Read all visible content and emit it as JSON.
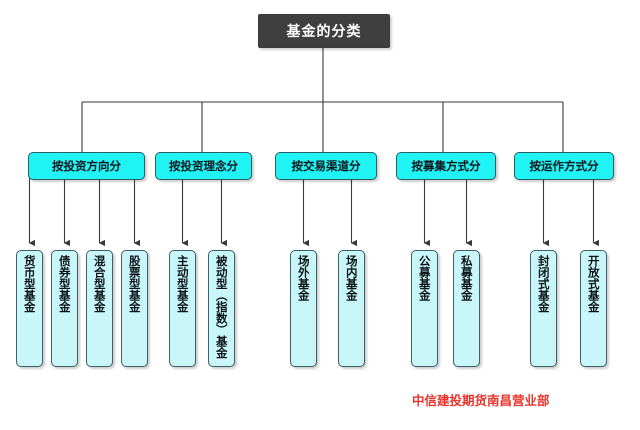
{
  "diagram": {
    "title": "基金的分类",
    "root": {
      "label": "基金的分类"
    },
    "categories": [
      {
        "label": "按投资方向分"
      },
      {
        "label": "按投资理念分"
      },
      {
        "label": "按交易渠道分"
      },
      {
        "label": "按募集方式分"
      },
      {
        "label": "按运作方式分"
      }
    ],
    "leaves": [
      {
        "label": "货币型基金",
        "group": 0
      },
      {
        "label": "债券型基金",
        "group": 0
      },
      {
        "label": "混合型基金",
        "group": 0
      },
      {
        "label": "股票型基金",
        "group": 0
      },
      {
        "label": "主动型基金",
        "group": 1
      },
      {
        "label": "被动型（指数）基金",
        "group": 1
      },
      {
        "label": "场外基金",
        "group": 2
      },
      {
        "label": "场内基金",
        "group": 2
      },
      {
        "label": "公募基金",
        "group": 3
      },
      {
        "label": "私募基金",
        "group": 3
      },
      {
        "label": "封闭式基金",
        "group": 4
      },
      {
        "label": "开放式基金",
        "group": 4
      }
    ],
    "watermark": "中信建投期货南昌营业部",
    "colors": {
      "root_fill": "#3f3f3f",
      "root_text": "#ffffff",
      "category_fill": "#1ff3f3",
      "leaf_fill": "#c9f7f9",
      "border": "#3d6066",
      "connector": "#3a3a3a",
      "watermark": "#e8352b",
      "background": "#ffffff"
    }
  }
}
